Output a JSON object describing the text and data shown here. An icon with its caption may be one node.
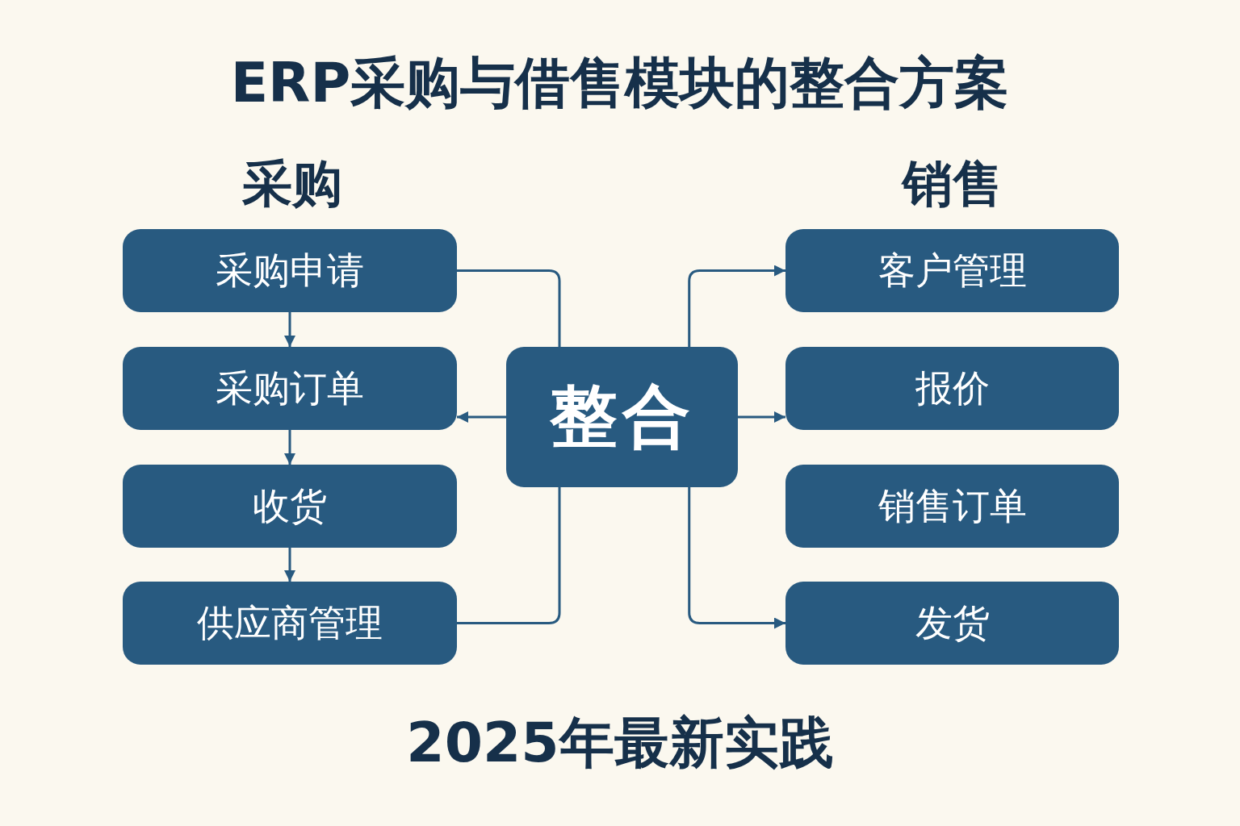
{
  "diagram": {
    "title": "ERP采购与借售模块的整合方案",
    "caption": "2025年最新实践",
    "nodes": [
      {
        "text": [
          "采购申请"
        ]
      },
      {
        "text": [
          "采购订单"
        ]
      },
      {
        "text": [
          "收货"
        ]
      },
      {
        "text": [
          "供应商管理"
        ]
      },
      {
        "text": [
          "整合"
        ]
      },
      {
        "text": [
          "客户管理"
        ]
      },
      {
        "text": [
          "报价"
        ]
      },
      {
        "text": [
          "销售订单"
        ]
      },
      {
        "text": [
          "发货"
        ]
      }
    ],
    "edges": [
      {
        "from": 0,
        "to": 1,
        "arrow": "to"
      },
      {
        "from": 1,
        "to": 2,
        "arrow": "to"
      },
      {
        "from": 2,
        "to": 3,
        "arrow": "to"
      },
      {
        "from": 0,
        "to": 4,
        "arrow": "none"
      },
      {
        "from": 3,
        "to": 4,
        "arrow": "none"
      },
      {
        "from": 4,
        "to": 1,
        "arrow": "to"
      },
      {
        "from": 4,
        "to": 5,
        "arrow": "to"
      },
      {
        "from": 4,
        "to": 6,
        "arrow": "to"
      },
      {
        "from": 4,
        "to": 8,
        "arrow": "to"
      }
    ],
    "labels": [
      "采购",
      "销售"
    ]
  }
}
